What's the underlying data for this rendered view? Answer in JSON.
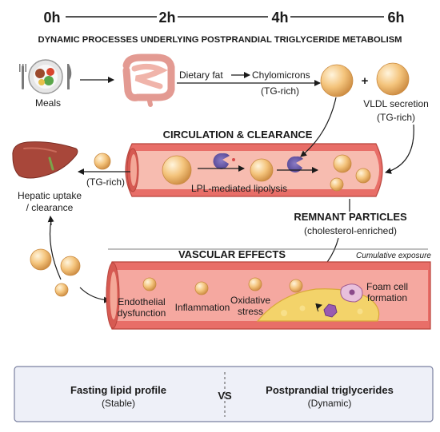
{
  "timeline": {
    "ticks": [
      "0h",
      "2h",
      "4h",
      "6h"
    ],
    "title": "DYNAMIC PROCESSES UNDERLYING POSTPRANDIAL TRIGLYCERIDE METABOLISM"
  },
  "intake": {
    "meals_label": "Meals",
    "dietary_fat_label": "Dietary fat",
    "chylomicrons_label": "Chylomicrons",
    "chylomicrons_note": "(TG-rich)",
    "plus": "+",
    "vldl_label": "VLDL secretion",
    "vldl_note": "(TG-rich)"
  },
  "circulation": {
    "title": "CIRCULATION & CLEARANCE",
    "tg_rich_label": "(TG-rich)",
    "lipolysis_label": "LPL-mediated lipolysis",
    "hepatic_line1": "Hepatic uptake",
    "hepatic_line2": "/ clearance"
  },
  "remnant": {
    "title": "REMNANT PARTICLES",
    "subtitle": "(cholesterol-enriched)"
  },
  "vascular": {
    "title": "VASCULAR EFFECTS",
    "cumulative_note": "Cumulative exposure",
    "endothelial_line1": "Endothelial",
    "endothelial_line2": "dysfunction",
    "inflammation_label": "Inflammation",
    "oxidative_line1": "Oxidative",
    "oxidative_line2": "stress",
    "foam_line1": "Foam cell",
    "foam_line2": "formation"
  },
  "comparison": {
    "left_title": "Fasting lipid profile",
    "left_sub": "(Stable)",
    "vs": "VS",
    "right_title": "Postprandial triglycerides",
    "right_sub": "(Dynamic)"
  },
  "colors": {
    "vessel_wall": "#e86e68",
    "vessel_lumen": "#f7bcb0",
    "particle": "#f2c27a",
    "liver": "#a8473a",
    "lpl_enzyme": "#6e84c8",
    "plaque": "#f3d36a",
    "panel_bg": "#eef0f8"
  }
}
